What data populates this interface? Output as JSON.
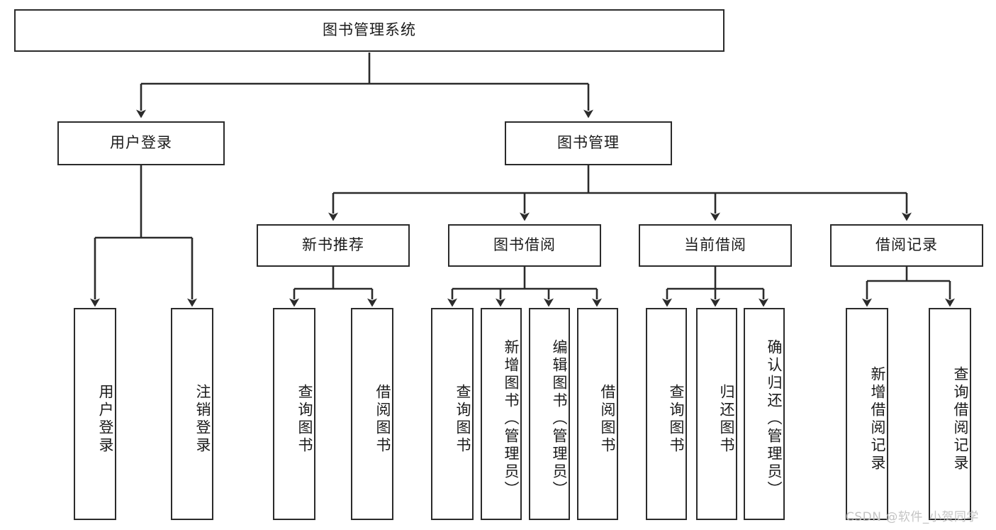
{
  "diagram": {
    "type": "tree",
    "title": "图书管理系统",
    "orientation": "top-down",
    "root": {
      "label": "图书管理系统",
      "children": [
        {
          "label": "用户登录",
          "children": [
            {
              "label": "用户登录"
            },
            {
              "label": "注销登录"
            }
          ]
        },
        {
          "label": "图书管理",
          "children": [
            {
              "label": "新书推荐",
              "children": [
                {
                  "label": "查询图书"
                },
                {
                  "label": "借阅图书"
                }
              ]
            },
            {
              "label": "图书借阅",
              "children": [
                {
                  "label": "查询图书"
                },
                {
                  "label": "新增图书（管理员）"
                },
                {
                  "label": "编辑图书（管理员）"
                },
                {
                  "label": "借阅图书"
                }
              ]
            },
            {
              "label": "当前借阅",
              "children": [
                {
                  "label": "查询图书"
                },
                {
                  "label": "归还图书"
                },
                {
                  "label": "确认归还（管理员）"
                }
              ]
            },
            {
              "label": "借阅记录",
              "children": [
                {
                  "label": "新增借阅记录"
                },
                {
                  "label": "查询借阅记录"
                }
              ]
            }
          ]
        }
      ]
    }
  },
  "nodes": {
    "root": "图书管理系统",
    "l2": {
      "user_login": "用户登录",
      "book_manage": "图书管理"
    },
    "l3": {
      "new_book_rec": "新书推荐",
      "book_borrow": "图书借阅",
      "current_borrow": "当前借阅",
      "borrow_record": "借阅记录"
    },
    "leaves": {
      "user_login": "用户登录",
      "user_logout": "注销登录",
      "nbr_query_book": "查询图书",
      "nbr_borrow_book": "借阅图书",
      "bb_query_book": "查询图书",
      "bb_add_book": "新增图书（管理员）",
      "bb_edit_book": "编辑图书（管理员）",
      "bb_borrow_book": "借阅图书",
      "cb_query_book": "查询图书",
      "cb_return_book": "归还图书",
      "cb_confirm_return": "确认归还（管理员）",
      "br_add_record": "新增借阅记录",
      "br_query_record": "查询借阅记录"
    }
  },
  "watermark": {
    "text": "CSDN @软件_小贺同学",
    "color": "#c4c4c4"
  },
  "style": {
    "stroke": "#2b2b2b",
    "fill": "#ffffff",
    "background": "#ffffff",
    "text_color": "#1b1b1b"
  }
}
